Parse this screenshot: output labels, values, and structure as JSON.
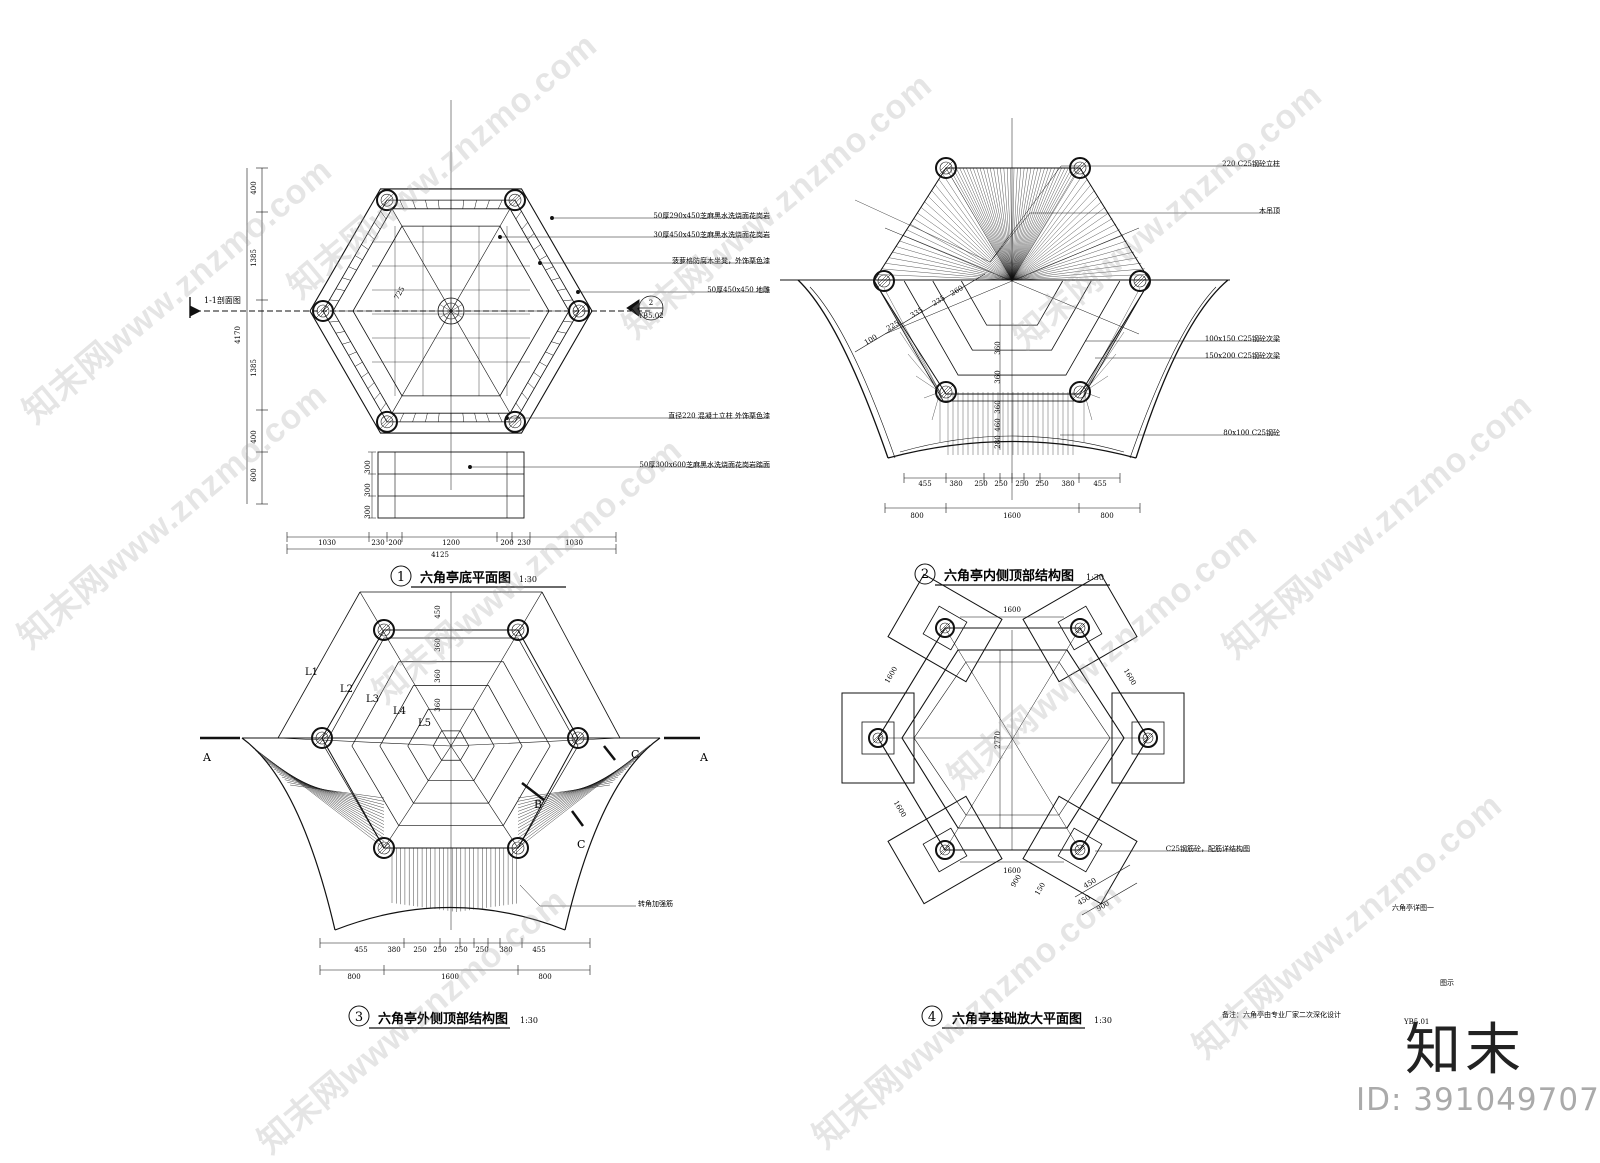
{
  "watermarks": [
    "知末网www.znzmo.com",
    "知末网www.znzmo.com",
    "知末网www.znzmo.com",
    "知末网www.znzmo.com",
    "知末网www.znzmo.com",
    "知末网www.znzmo.com",
    "知末网www.znzmo.com",
    "知末网www.znzmo.com",
    "知末网www.znzmo.com",
    "知末网www.znzmo.com",
    "知末网www.znzmo.com"
  ],
  "logo": "知末",
  "drawing_id": "ID: 391049707",
  "plan1": {
    "number": "1",
    "title": "六角亭底平面图",
    "scale": "1:30",
    "section_label": "1-1剖面图",
    "callout_top": "2",
    "callout_bottom": "YB5.02",
    "dim_725": "725",
    "vdims": [
      "400",
      "1385",
      "1385",
      "400",
      "600"
    ],
    "vdim_total": "4170",
    "step_dims": [
      "300",
      "300",
      "300"
    ],
    "hdims": [
      "1030",
      "230",
      "200",
      "1200",
      "200",
      "230",
      "1030"
    ],
    "hdim_total": "4125",
    "notes": [
      "50厚290x450芝麻黑水洗烧面花岗岩",
      "30厚450x450芝麻黑水洗烧面花岗岩",
      "菠萝格防腐木坐凳，外饰栗色漆",
      "50厚450x450 地雕",
      "直径220 混凝土立柱 外饰栗色漆",
      "50厚300x600芝麻黑水洗烧面花岗岩踏面"
    ]
  },
  "plan2": {
    "number": "2",
    "title": "六角亭内侧顶部结构图",
    "scale": "1:30",
    "notes": [
      "220 C25钢砼立柱",
      "木吊顶",
      "100x150 C25钢砼次梁",
      "150x200 C25钢砼次梁",
      "80x100 C25钢砼"
    ],
    "diag_dims": [
      "100",
      "225",
      "335",
      "235",
      "260"
    ],
    "vdims": [
      "360",
      "360",
      "360",
      "460",
      "280"
    ],
    "hdims": [
      "455",
      "380",
      "250",
      "250",
      "250",
      "250",
      "380",
      "455"
    ],
    "hdims2": [
      "800",
      "1600",
      "800"
    ]
  },
  "plan3": {
    "number": "3",
    "title": "六角亭外侧顶部结构图",
    "scale": "1:30",
    "labels": [
      "L1",
      "L2",
      "L3",
      "L4",
      "L5"
    ],
    "section_marks": [
      "A",
      "A",
      "B",
      "C",
      "C"
    ],
    "vdims": [
      "450",
      "360",
      "360",
      "360"
    ],
    "note": "转角加强筋",
    "hdims": [
      "455",
      "380",
      "250",
      "250",
      "250",
      "250",
      "380",
      "455"
    ],
    "hdims2": [
      "800",
      "1600",
      "800"
    ]
  },
  "plan4": {
    "number": "4",
    "title": "六角亭基础放大平面图",
    "scale": "1:30",
    "dims": [
      "1600",
      "1600",
      "1600",
      "1600",
      "2770",
      "1600",
      "900",
      "450",
      "450",
      "900",
      "150"
    ],
    "note": "C25钢筋砼，配筋详结构图"
  },
  "sheet": {
    "detail_name": "六角亭详图一",
    "legend": "图示",
    "remark": "备注：六角亭由专业厂家二次深化设计",
    "drawing_no": "YB5.01"
  }
}
